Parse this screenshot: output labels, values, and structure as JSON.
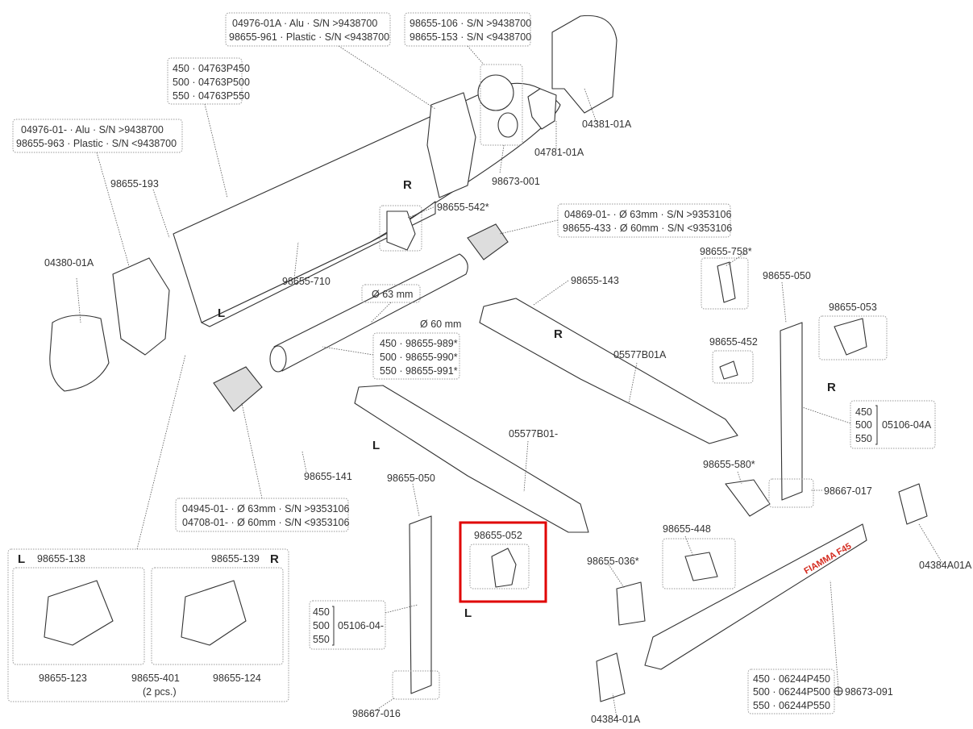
{
  "labels": {
    "front_cap_right": [
      "04976-01A · Alu · S/N >9438700",
      "98655-961 · Plastic · S/N <9438700"
    ],
    "motor_cap": [
      "98655-106 · S/N >9438700",
      "98655-153 · S/N <9438700"
    ],
    "case": [
      "450 · 04763P450",
      "500 · 04763P500",
      "550 · 04763P550"
    ],
    "front_cap_left": [
      "04976-01- · Alu · S/N >9438700",
      "98655-963 · Plastic · S/N <9438700"
    ],
    "end_cover_right": "04381-01A",
    "clip": "04781-01A",
    "gear": "98673-001",
    "bushing": "98655-193",
    "side_R1": "R",
    "bracket_542": "98655-542*",
    "roller_end_right": [
      "04869-01- · Ø 63mm · S/N >9353106",
      "98655-433 · Ø 60mm · S/N <9353106"
    ],
    "end_cover_left": "04380-01A",
    "support_710": "98655-710",
    "tube_63": "Ø 63 mm",
    "tube_60": "Ø 60 mm",
    "spring_143": "98655-143",
    "part_758": "98655-758*",
    "screw_050_right": "98655-050",
    "part_053": "98655-053",
    "side_L1": "L",
    "side_R2": "R",
    "roller_tube": [
      "450 · 98655-989*",
      "500 · 98655-990*",
      "550 · 98655-991*"
    ],
    "arm_right": "05577B01A",
    "knob_452": "98655-452",
    "side_R3": "R",
    "leg_right": {
      "sizes": [
        "450",
        "500",
        "550"
      ],
      "part": "05106-04A"
    },
    "side_L2": "L",
    "arm_left": "05577B01-",
    "spring_141": "98655-141",
    "screw_050_left": "98655-050",
    "part_580": "98655-580*",
    "foot_017": "98667-017",
    "roller_end_left": [
      "04945-01- · Ø 63mm · S/N >9353106",
      "04708-01- · Ø 60mm · S/N <9353106"
    ],
    "highlighted_part": "98655-052",
    "part_448": "98655-448",
    "bracket_04384A01A": "04384A01A",
    "part_036": "98655-036*",
    "side_L3": "L",
    "head_set": {
      "left_side": "L",
      "left_part": "98655-138",
      "right_part": "98655-139",
      "right_side": "R",
      "part_123": "98655-123",
      "part_401": "98655-401",
      "part_401_qty": "(2 pcs.)",
      "part_124": "98655-124"
    },
    "leg_left": {
      "sizes": [
        "450",
        "500",
        "550"
      ],
      "part": "05106-04-"
    },
    "foot_016": "98667-016",
    "bracket_04384": "04384-01A",
    "front_bar": [
      "450 · 06244P450",
      "500 · 06244P500",
      "550 · 06244P550"
    ],
    "front_bar_cap": "98673-091",
    "logo": "FIAMMA F45"
  },
  "colors": {
    "highlight": "#e00000",
    "logo": "#d42a1e"
  }
}
